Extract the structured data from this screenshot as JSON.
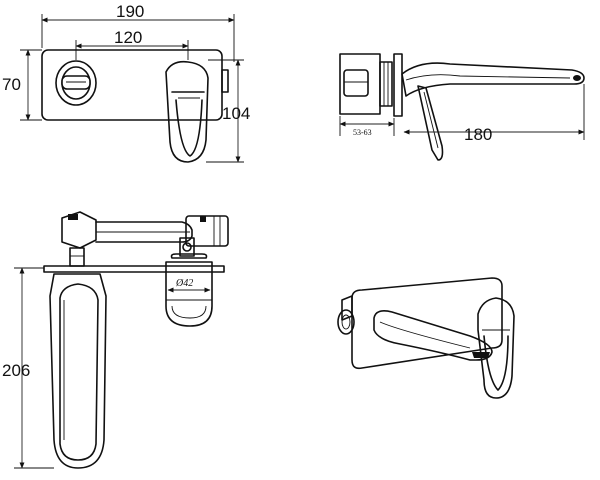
{
  "dimensions": {
    "front_overall_width": "190",
    "front_handle_centres": "120",
    "front_plate_height": "70",
    "front_total_height": "104",
    "side_wall_depth": "53-63",
    "side_spout_length": "180",
    "top_spout_length": "206",
    "top_cartridge_diameter": "Ø42"
  },
  "colors": {
    "line": "#111111",
    "background": "#ffffff"
  }
}
